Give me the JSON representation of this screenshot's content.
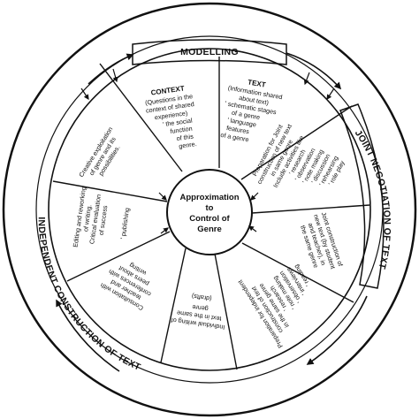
{
  "ring_labels": {
    "modelling": "MODELLING",
    "joint": "JOINT NEGOTIATION OF TEXT",
    "independent": "INDEPENDENT CONSTRUCTION OF TEXT"
  },
  "center": {
    "lines": [
      "Approximation",
      "to",
      "Control of",
      "Genre"
    ]
  },
  "segments": {
    "context": {
      "title": "CONTEXT",
      "lines": [
        "(Questions in the",
        "context of shared",
        "experience)",
        "' the social",
        "function",
        "of this",
        "genre."
      ]
    },
    "text": {
      "title": "TEXT",
      "lines": [
        "(Information shared",
        "about text)",
        "' schematic stages",
        "of a genre",
        "' language",
        "features",
        "of a genre"
      ]
    },
    "joint_prep": {
      "lines": [
        "Preparation for Joint",
        "construction of new text",
        "in same genre",
        "Include activities like",
        "' research",
        "' observation",
        "' note making",
        "' discussion",
        "' rehearsing",
        "' role play"
      ]
    },
    "joint_construction": {
      "lines": [
        "Joint construction of",
        "new text (by student",
        "and teacher), in",
        "the same genre"
      ]
    },
    "independent_prep": {
      "lines": [
        "Preparation for independent",
        "construction of text",
        "in the same genre",
        "' research",
        "' note making",
        "' observation",
        "' interviews",
        "' reading"
      ]
    },
    "individual_writing": {
      "lines": [
        "Individual writing of",
        "text in the same",
        "genre",
        "(drafts)"
      ]
    },
    "consultation": {
      "lines": [
        "Consultation with",
        "teacher and",
        "conferences with",
        "peers about",
        "writing"
      ]
    },
    "editing": {
      "lines": [
        "Editing and reworking",
        "of writing.",
        "Critical evaluation",
        "of success",
        "' publishing"
      ]
    },
    "exploitation": {
      "lines": [
        "Creative exploitation",
        "of genre and its",
        "possibilities."
      ]
    }
  }
}
